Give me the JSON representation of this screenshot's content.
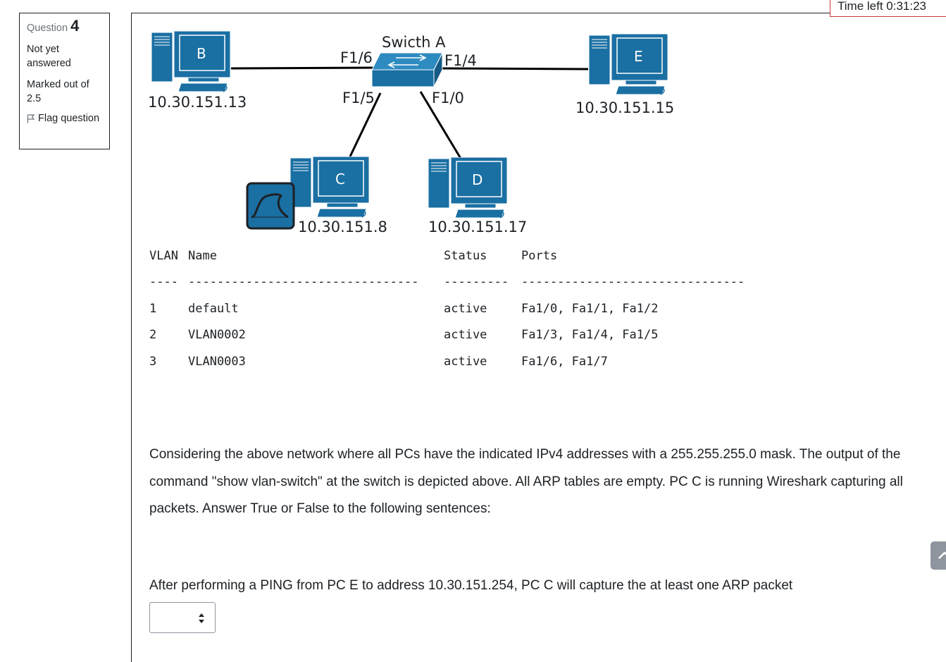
{
  "question_info": {
    "label": "Question",
    "number": "4",
    "status": "Not yet answered",
    "marked": "Marked out of 2.5",
    "flag_label": "Flag question"
  },
  "timer": {
    "text": "Time left 0:31:23"
  },
  "diagram": {
    "switch_name": "Swicth A",
    "ports": {
      "f16": "F1/6",
      "f14": "F1/4",
      "f15": "F1/5",
      "f10": "F1/0"
    },
    "pcs": {
      "b": {
        "letter": "B",
        "ip": "10.30.151.13"
      },
      "e": {
        "letter": "E",
        "ip": "10.30.151.15"
      },
      "c": {
        "letter": "C",
        "ip": "10.30.151.8"
      },
      "d": {
        "letter": "D",
        "ip": "10.30.151.17"
      }
    },
    "colors": {
      "device_blue": "#1a6fa3",
      "link": "#000000"
    }
  },
  "vlan_table": {
    "headers": {
      "vlan": "VLAN",
      "name": "Name",
      "status": "Status",
      "ports": "Ports"
    },
    "separators": {
      "vlan": "----",
      "name": "--------------------------------",
      "status": "---------",
      "ports": "-------------------------------"
    },
    "rows": [
      {
        "vlan": "1",
        "name": "default",
        "status": "active",
        "ports": "Fa1/0, Fa1/1, Fa1/2"
      },
      {
        "vlan": "2",
        "name": "VLAN0002",
        "status": "active",
        "ports": "Fa1/3, Fa1/4, Fa1/5"
      },
      {
        "vlan": "3",
        "name": "VLAN0003",
        "status": "active",
        "ports": "Fa1/6, Fa1/7"
      }
    ]
  },
  "question_text": "Considering the above network where all PCs have the indicated IPv4 addresses with a 255.255.255.0 mask. The output of the command \"show vlan-switch\" at the switch is depicted above. All ARP tables are empty. PC C is running Wireshark capturing all packets. Answer True or False to the following sentences:",
  "sub_question": "After performing a PING from PC E to address 10.30.151.254, PC C will capture the at least one ARP packet",
  "answer": {
    "selected": ""
  }
}
